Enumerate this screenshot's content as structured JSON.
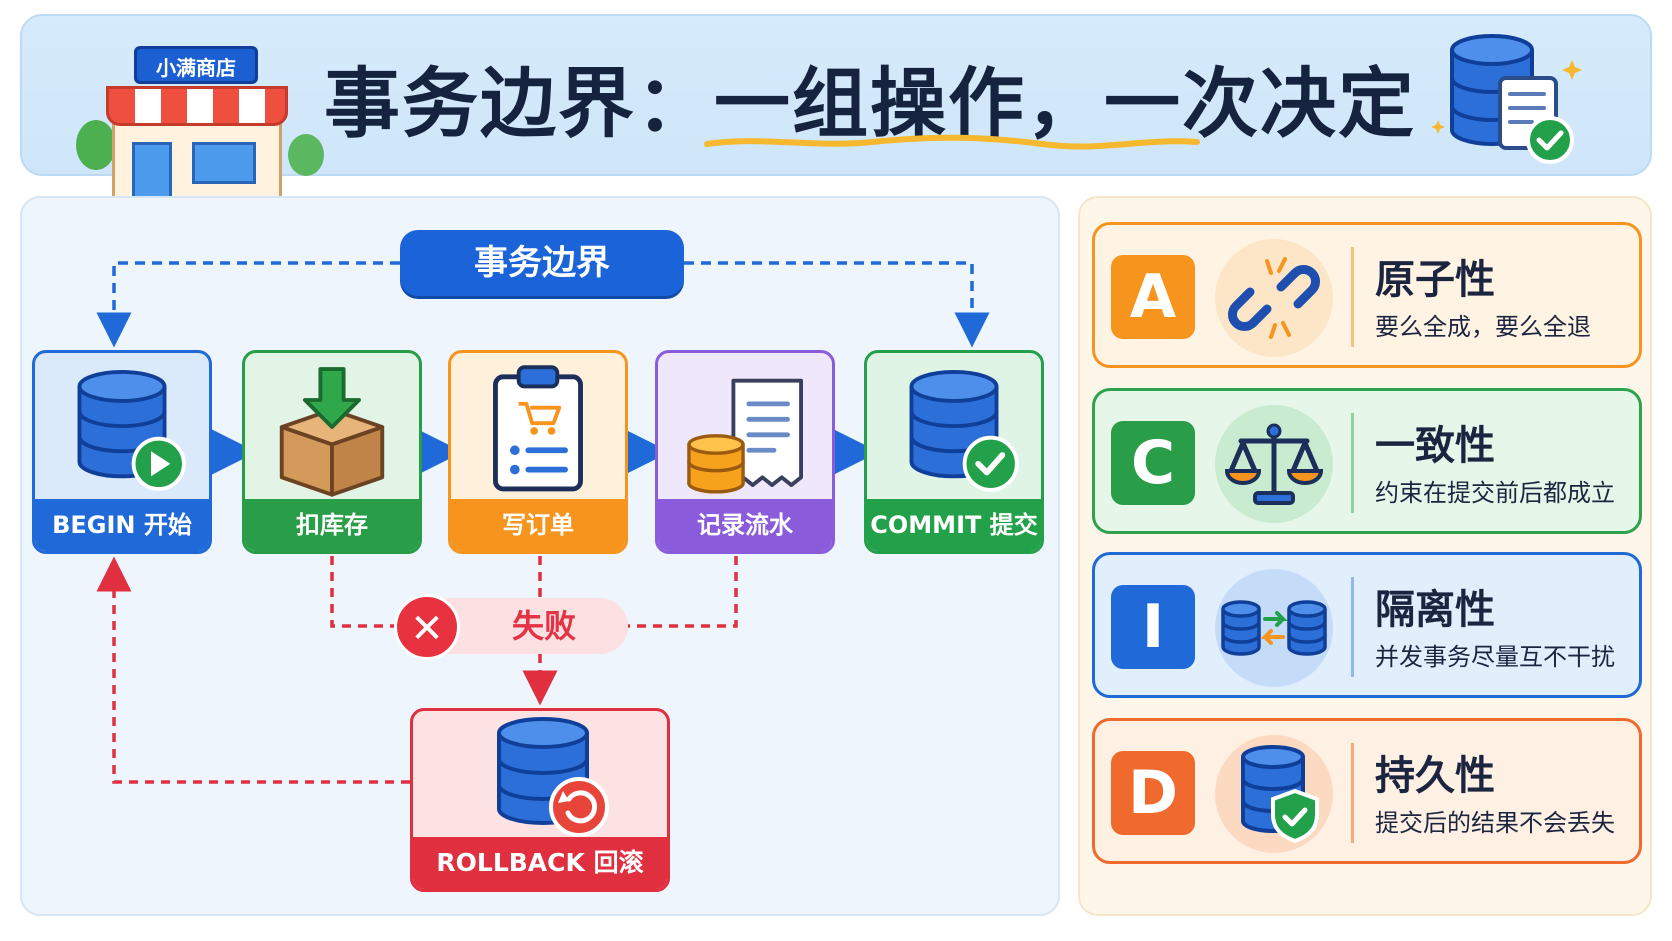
{
  "header": {
    "shop_sign": "小满商店",
    "title": "事务边界：一组操作，一次决定"
  },
  "diagram": {
    "boundary_label": "事务边界",
    "steps": [
      {
        "label": "BEGIN 开始",
        "icon": "database-play-icon"
      },
      {
        "label": "扣库存",
        "icon": "box-download-icon"
      },
      {
        "label": "写订单",
        "icon": "clipboard-cart-icon"
      },
      {
        "label": "记录流水",
        "icon": "coins-receipt-icon"
      },
      {
        "label": "COMMIT 提交",
        "icon": "database-check-icon"
      }
    ],
    "fail_label": "失败",
    "fail_icon": "x-circle-icon",
    "rollback_label": "ROLLBACK 回滚",
    "rollback_icon": "database-undo-icon"
  },
  "acid": [
    {
      "letter": "A",
      "title": "原子性",
      "desc": "要么全成，要么全退",
      "icon": "broken-link-icon"
    },
    {
      "letter": "C",
      "title": "一致性",
      "desc": "约束在提交前后都成立",
      "icon": "scales-icon"
    },
    {
      "letter": "I",
      "title": "隔离性",
      "desc": "并发事务尽量互不干扰",
      "icon": "databases-swap-icon"
    },
    {
      "letter": "D",
      "title": "持久性",
      "desc": "提交后的结果不会丢失",
      "icon": "database-shield-icon"
    }
  ],
  "colors": {
    "blue": "#1f6ad8",
    "green": "#2a9d48",
    "orange": "#f7941d",
    "purple": "#8a5cdc",
    "red": "#e02f3f",
    "orange_red": "#ef6a2c"
  }
}
